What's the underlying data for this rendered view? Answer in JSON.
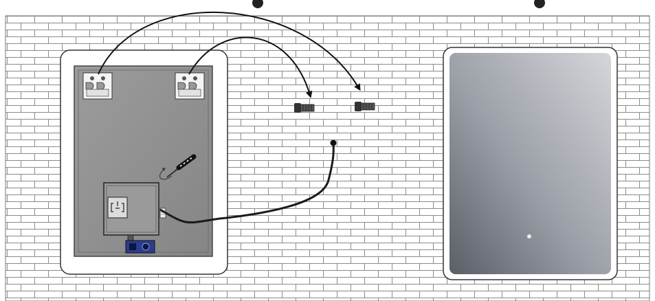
{
  "figure": {
    "kind": "installation-diagram",
    "steps": [
      "mount-screws-to-wall",
      "connect-power-cable",
      "hang-mirror"
    ],
    "parts": [
      "brick-wall",
      "mirror-back-view",
      "mounting-bracket-left",
      "mounting-bracket-right",
      "wall-screw-left",
      "wall-screw-right",
      "junction-box",
      "power-cable",
      "screwdriver",
      "touch-switch-module",
      "mirror-front-view",
      "touch-sensor-dot"
    ]
  },
  "colors": {
    "wall_lines": "#8a8a8a",
    "mirror_frame": "#ffffff",
    "mirror_back": "#8f8f8f",
    "mirror_front_dark": "#5c6068",
    "mirror_front_light": "#d0d2d6",
    "cable": "#1a1a1a",
    "switch_module": "#2a3d8f"
  }
}
